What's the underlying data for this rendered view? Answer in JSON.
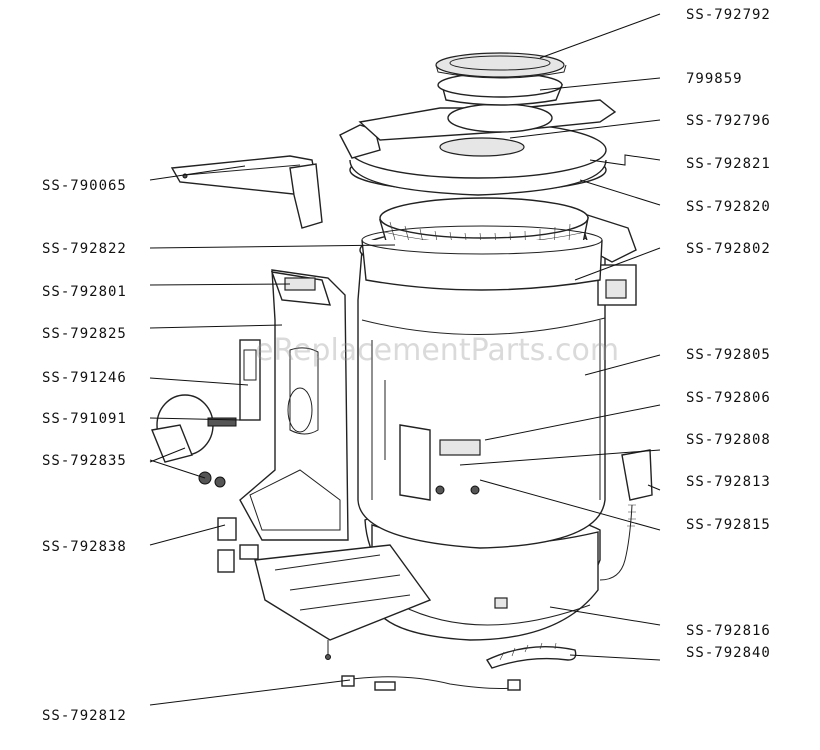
{
  "watermark": "eReplacementParts.com",
  "labels_left": [
    {
      "id": "ss-790065",
      "text": "SS-790065"
    },
    {
      "id": "ss-792822",
      "text": "SS-792822"
    },
    {
      "id": "ss-792801",
      "text": "SS-792801"
    },
    {
      "id": "ss-792825",
      "text": "SS-792825"
    },
    {
      "id": "ss-791246",
      "text": "SS-791246"
    },
    {
      "id": "ss-791091",
      "text": "SS-791091"
    },
    {
      "id": "ss-792835",
      "text": "SS-792835"
    },
    {
      "id": "ss-792838",
      "text": "SS-792838"
    },
    {
      "id": "ss-792812",
      "text": "SS-792812"
    }
  ],
  "labels_right": [
    {
      "id": "ss-792792",
      "text": "SS-792792"
    },
    {
      "id": "799859",
      "text": "799859"
    },
    {
      "id": "ss-792796",
      "text": "SS-792796"
    },
    {
      "id": "ss-792821",
      "text": "SS-792821"
    },
    {
      "id": "ss-792820",
      "text": "SS-792820"
    },
    {
      "id": "ss-792802",
      "text": "SS-792802"
    },
    {
      "id": "ss-792805",
      "text": "SS-792805"
    },
    {
      "id": "ss-792806",
      "text": "SS-792806"
    },
    {
      "id": "ss-792808",
      "text": "SS-792808"
    },
    {
      "id": "ss-792813",
      "text": "SS-792813"
    },
    {
      "id": "ss-792815",
      "text": "SS-792815"
    },
    {
      "id": "ss-792816",
      "text": "SS-792816"
    },
    {
      "id": "ss-792840",
      "text": "SS-792840"
    }
  ]
}
